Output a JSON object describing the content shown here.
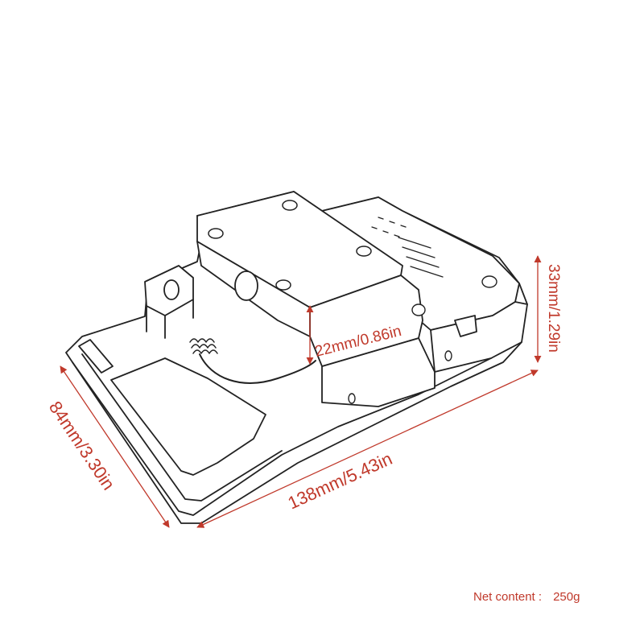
{
  "dimensions": {
    "width": "84mm/3.30in",
    "length": "138mm/5.43in",
    "height": "33mm/1.29in",
    "inner_height": "22mm/0.86in"
  },
  "net_content": {
    "label": "Net content :",
    "value": "250g"
  },
  "colors": {
    "dimension": "#c0392b",
    "outline": "#222222"
  }
}
